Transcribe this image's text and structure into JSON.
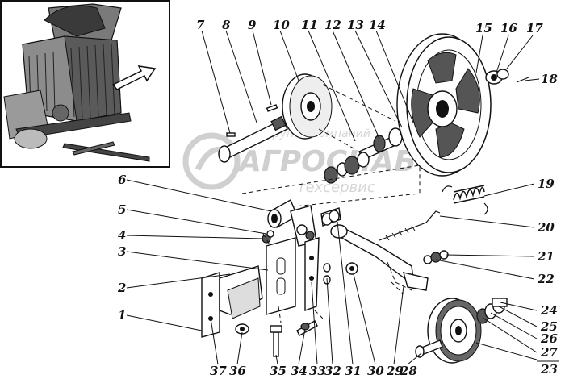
{
  "watermark": {
    "top": "Группа компаний",
    "main": "АГРОСНАБ",
    "sub": "техсервис"
  },
  "callouts": [
    "1",
    "2",
    "3",
    "4",
    "5",
    "6",
    "7",
    "8",
    "9",
    "10",
    "11",
    "12",
    "13",
    "14",
    "15",
    "16",
    "17",
    "18",
    "19",
    "20",
    "21",
    "22",
    "23",
    "24",
    "25",
    "26",
    "27",
    "28",
    "29",
    "30",
    "31",
    "32",
    "33",
    "34",
    "35",
    "36",
    "37"
  ],
  "colors": {
    "ink": "#111111",
    "watermark": "#cfcfcf",
    "background": "#ffffff"
  }
}
